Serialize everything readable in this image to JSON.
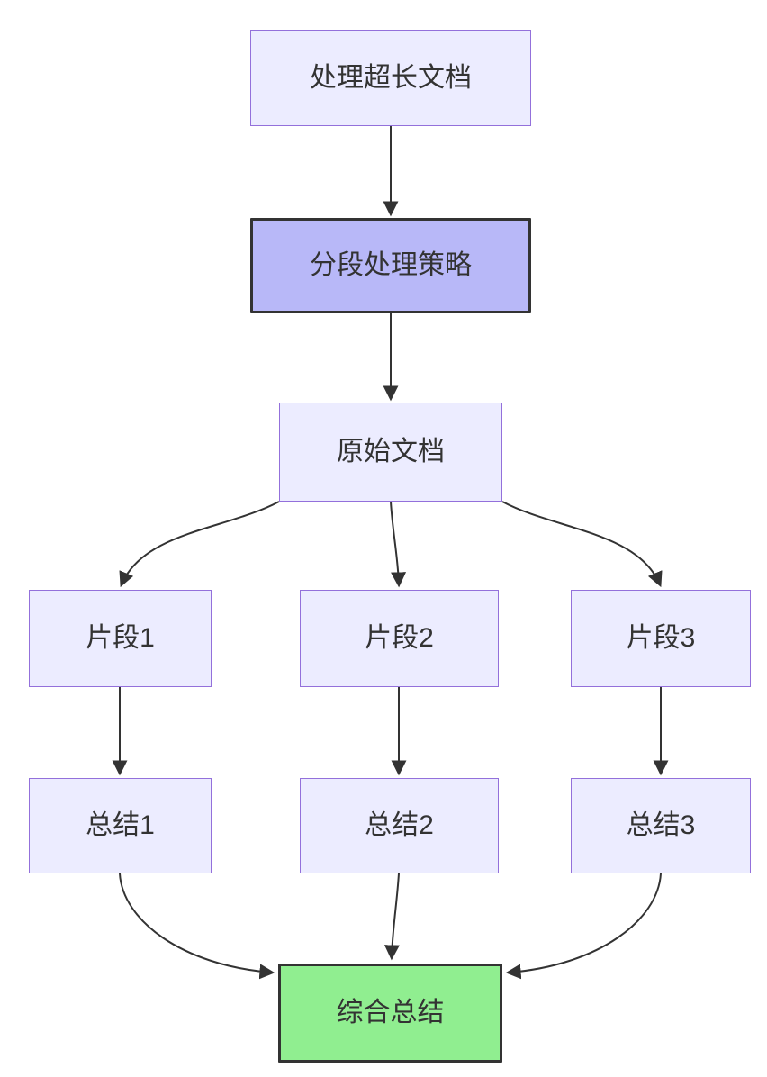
{
  "diagram": {
    "type": "flowchart",
    "direction": "top-down",
    "nodes": {
      "doc": {
        "label": "处理超长文档"
      },
      "strategy": {
        "label": "分段处理策略"
      },
      "original": {
        "label": "原始文档"
      },
      "seg1": {
        "label": "片段1"
      },
      "seg2": {
        "label": "片段2"
      },
      "seg3": {
        "label": "片段3"
      },
      "sum1": {
        "label": "总结1"
      },
      "sum2": {
        "label": "总结2"
      },
      "sum3": {
        "label": "总结3"
      },
      "final": {
        "label": "综合总结"
      }
    },
    "edges": [
      {
        "from": "doc",
        "to": "strategy"
      },
      {
        "from": "strategy",
        "to": "original"
      },
      {
        "from": "original",
        "to": "seg1"
      },
      {
        "from": "original",
        "to": "seg2"
      },
      {
        "from": "original",
        "to": "seg3"
      },
      {
        "from": "seg1",
        "to": "sum1"
      },
      {
        "from": "seg2",
        "to": "sum2"
      },
      {
        "from": "seg3",
        "to": "sum3"
      },
      {
        "from": "sum1",
        "to": "final"
      },
      {
        "from": "sum2",
        "to": "final"
      },
      {
        "from": "sum3",
        "to": "final"
      }
    ]
  },
  "colors": {
    "node_fill": "#ECECFF",
    "node_border": "#9370DB",
    "strategy_fill": "#b8b8f8",
    "strong_border": "#333333",
    "final_fill": "#90EE90",
    "edge": "#333333",
    "text": "#333333",
    "background": "#ffffff"
  }
}
